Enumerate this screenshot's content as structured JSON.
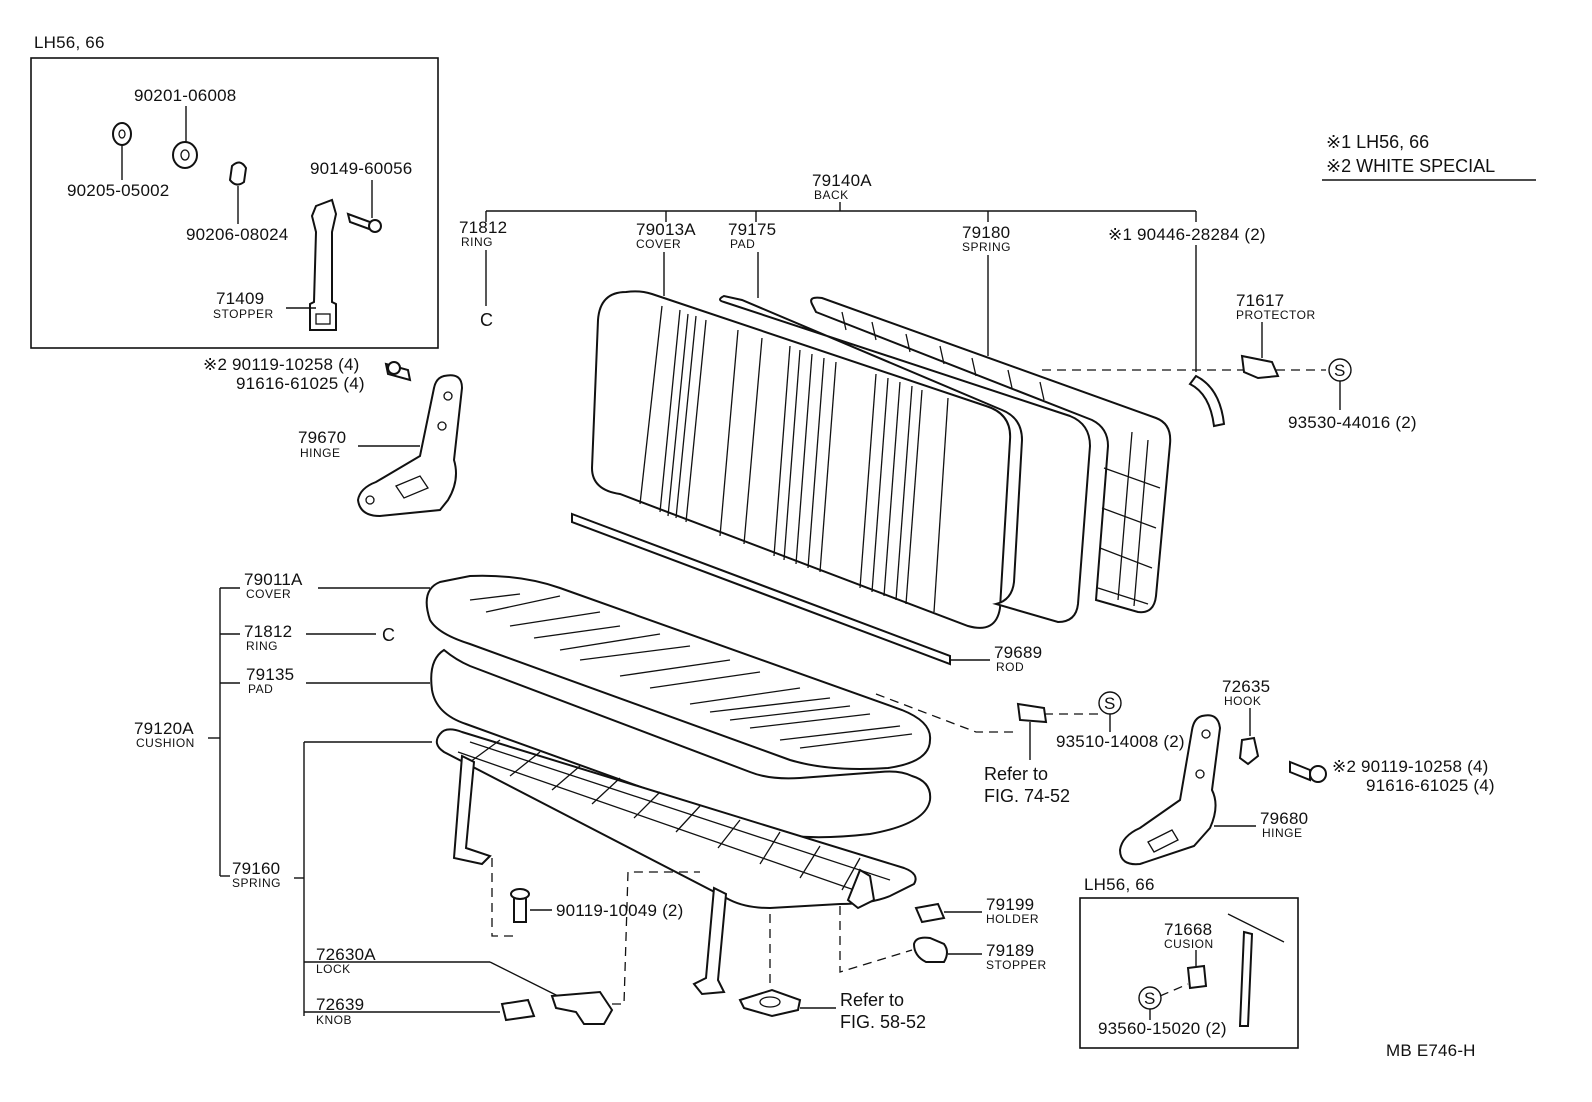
{
  "legend": {
    "note1": "※1 LH56, 66",
    "note2": "※2 WHITE  SPECIAL"
  },
  "inset_top": {
    "title": "LH56, 66"
  },
  "inset_bottom": {
    "title": "LH56, 66"
  },
  "footer": {
    "code": "MB  E746-H"
  },
  "parts": {
    "p90201": {
      "num": "90201-06008"
    },
    "p90205": {
      "num": "90205-05002"
    },
    "p90206": {
      "num": "90206-08024"
    },
    "p90149": {
      "num": "90149-60056"
    },
    "p71409": {
      "num": "71409",
      "name": "STOPPER"
    },
    "p90119a": {
      "num": "※2 90119-10258 (4)"
    },
    "p91616a": {
      "num": "91616-61025 (4)"
    },
    "p79670": {
      "num": "79670",
      "name": "HINGE"
    },
    "p79140A": {
      "num": "79140A",
      "name": "BACK"
    },
    "p71812a": {
      "num": "71812",
      "name": "RING"
    },
    "p79013A": {
      "num": "79013A",
      "name": "COVER"
    },
    "p79175": {
      "num": "79175",
      "name": "PAD"
    },
    "p79180": {
      "num": "79180",
      "name": "SPRING"
    },
    "p90446": {
      "num": "※1  90446-28284 (2)"
    },
    "p71617": {
      "num": "71617",
      "name": "PROTECTOR"
    },
    "p93530": {
      "num": "93530-44016 (2)"
    },
    "p79011A": {
      "num": "79011A",
      "name": "COVER"
    },
    "p71812b": {
      "num": "71812",
      "name": "RING"
    },
    "p79135": {
      "num": "79135",
      "name": "PAD"
    },
    "p79120A": {
      "num": "79120A",
      "name": "CUSHION"
    },
    "p79689": {
      "num": "79689",
      "name": "ROD"
    },
    "p93510": {
      "num": "93510-14008 (2)"
    },
    "ref7452": {
      "line1": "Refer to",
      "line2": "FIG. 74-52"
    },
    "p72635": {
      "num": "72635",
      "name": "HOOK"
    },
    "p90119b": {
      "num": "※2 90119-10258 (4)"
    },
    "p91616b": {
      "num": "91616-61025 (4)"
    },
    "p79680": {
      "num": "79680",
      "name": "HINGE"
    },
    "p79160": {
      "num": "79160",
      "name": "SPRING"
    },
    "p90119c": {
      "num": "90119-10049 (2)"
    },
    "p79199": {
      "num": "79199",
      "name": "HOLDER"
    },
    "p79189": {
      "num": "79189",
      "name": "STOPPER"
    },
    "p72630A": {
      "num": "72630A",
      "name": "LOCK"
    },
    "p72639": {
      "num": "72639",
      "name": "KNOB"
    },
    "ref5852": {
      "line1": "Refer to",
      "line2": "FIG. 58-52"
    },
    "p71668": {
      "num": "71668",
      "name": "CUSION"
    },
    "p93560": {
      "num": "93560-15020 (2)"
    },
    "s_symbol": "S",
    "ring_symbol": "C"
  }
}
